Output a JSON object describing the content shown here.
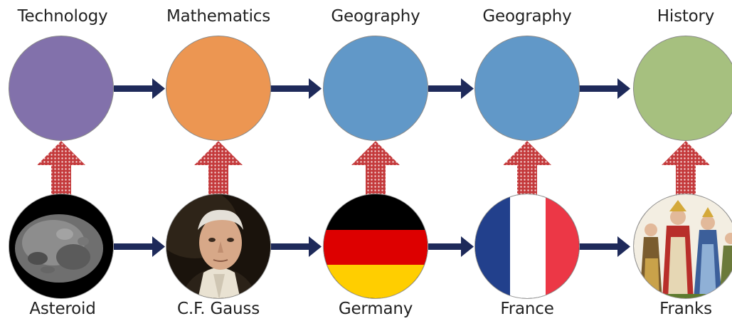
{
  "colors": {
    "purple": "#8271ab",
    "orange": "#ec9652",
    "blue": "#6198c8",
    "green": "#a6c07f",
    "arrow_navy": "#1e2a5a",
    "arrow_red": "#c43a3c"
  },
  "categories": [
    {
      "label": "Technology",
      "color": "#8271ab"
    },
    {
      "label": "Mathematics",
      "color": "#ec9652"
    },
    {
      "label": "Geography",
      "color": "#6198c8"
    },
    {
      "label": "Geography",
      "color": "#6198c8"
    },
    {
      "label": "History",
      "color": "#a6c07f"
    }
  ],
  "entities": [
    {
      "label": "Asteroid",
      "image": "asteroid-photo"
    },
    {
      "label": "C.F. Gauss",
      "image": "gauss-portrait"
    },
    {
      "label": "Germany",
      "image": "germany-flag"
    },
    {
      "label": "France",
      "image": "france-flag"
    },
    {
      "label": "Franks",
      "image": "franks-illustration"
    }
  ]
}
